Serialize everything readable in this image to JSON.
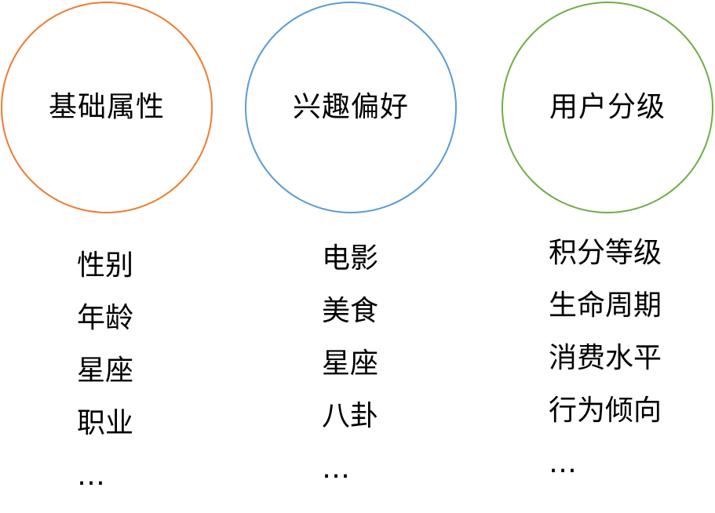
{
  "categories": [
    {
      "title": "基础属性",
      "color": "#ED7D31",
      "items": [
        "性别",
        "年龄",
        "星座",
        "职业",
        "…"
      ]
    },
    {
      "title": "兴趣偏好",
      "color": "#5B9BD5",
      "items": [
        "电影",
        "美食",
        "星座",
        "八卦",
        "…"
      ]
    },
    {
      "title": "用户分级",
      "color": "#70AD47",
      "items": [
        "积分等级",
        "生命周期",
        "消费水平",
        "行为倾向",
        "…"
      ]
    }
  ]
}
